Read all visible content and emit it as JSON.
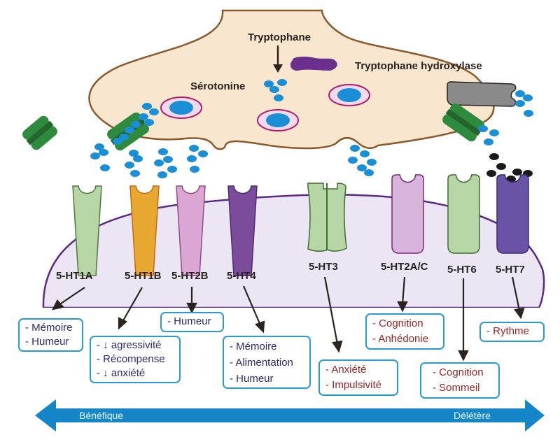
{
  "colors": {
    "presynaptic_fill": "#f8e6cf",
    "presynaptic_stroke": "#8a5a2c",
    "postsynaptic_fill": "#ebe5f4",
    "postsynaptic_stroke": "#5a2a86",
    "serotonin": "#1a8fd6",
    "transporter": "#2e8b3e",
    "enzyme": "#6b2f8e",
    "vesicle_ring": "#b01e6a",
    "box_border": "#2b9ad3",
    "beneficial_text": "#2d2a6e",
    "deleterious_text": "#9b2424",
    "axis_arrow": "#1587c9"
  },
  "presynaptic": {
    "labels": {
      "tryptophane": "Tryptophane",
      "serotonine": "Sérotonine",
      "tryptophane_hydroxylase": "Tryptophane hydroxylase"
    }
  },
  "receptors": [
    {
      "name": "5-HT1A",
      "color": "#b7d6a6",
      "effect": "beneficial",
      "effects": [
        "- Mémoire",
        "- Humeur"
      ]
    },
    {
      "name": "5-HT1B",
      "color": "#e9a830",
      "effect": "beneficial",
      "effects": [
        "- ↓ agressivité",
        "- Récompense",
        "- ↓ anxiété"
      ]
    },
    {
      "name": "5-HT2B",
      "color": "#dca6d2",
      "effect": "beneficial",
      "effects": [
        "- Humeur"
      ]
    },
    {
      "name": "5-HT4",
      "color": "#7b4b9c",
      "effect": "beneficial",
      "effects": [
        "- Mémoire",
        "- Alimentation",
        "- Humeur"
      ]
    },
    {
      "name": "5-HT3",
      "color": "#b7d6a6",
      "effect": "deleterious",
      "effects": [
        "- Anxiété",
        "- Impulsivité"
      ]
    },
    {
      "name": "5-HT2A/C",
      "color": "#d8b6dc",
      "effect": "deleterious",
      "effects": [
        "- Cognition",
        "- Anhédonie"
      ]
    },
    {
      "name": "5-HT6",
      "color": "#b7d6a6",
      "effect": "deleterious",
      "effects": [
        "- Cognition",
        "- Sommeil"
      ]
    },
    {
      "name": "5-HT7",
      "color": "#6a52a4",
      "effect": "deleterious",
      "effects": [
        "- Rythme"
      ]
    }
  ],
  "axis": {
    "left_label": "Bénéfique",
    "right_label": "Délétère"
  }
}
